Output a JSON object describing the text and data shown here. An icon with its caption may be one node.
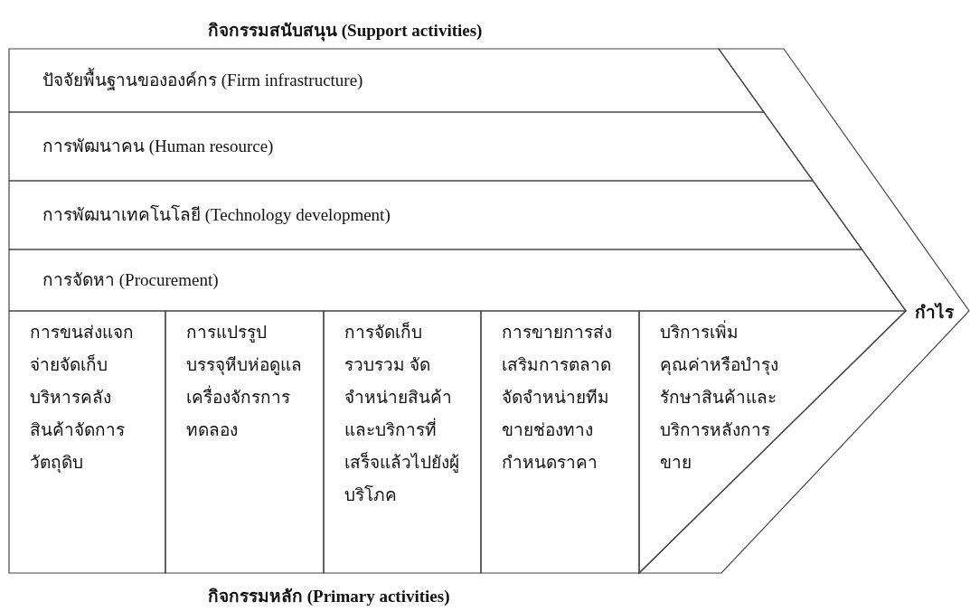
{
  "diagram": {
    "title": "กิจกรรมสนับสนุน (Support activities)",
    "caption": "กิจกรรมหลัก (Primary activities)",
    "nodes": [
      {
        "text": [
          "ปัจจัยพื้นฐานขององค์กร (Firm infrastructure)"
        ]
      },
      {
        "text": [
          "การพัฒนาคน (Human resource)"
        ]
      },
      {
        "text": [
          "การพัฒนาเทคโนโลยี (Technology development)"
        ]
      },
      {
        "text": [
          "การจัดหา (Procurement)"
        ]
      },
      {
        "text": [
          "การขนส่งแจกจ่ายจัดเก็บบริหารคลังสินค้าจัดการวัตถุดิบ"
        ]
      },
      {
        "text": [
          "การแปรรูปบรรจุหีบห่อดูแลเครื่องจักรการทดลอง"
        ]
      },
      {
        "text": [
          "การจัดเก็บรวบรวม จัดจำหน่ายสินค้าและบริการที่เสร็จแล้วไปยังผู้บริโภค"
        ]
      },
      {
        "text": [
          "การขายการส่งเสริมการตลาดจัดจำหน่ายทีมขายช่องทางกำหนดราคา"
        ]
      },
      {
        "text": [
          "บริการเพิ่มคุณค่าหรือบำรุงรักษาสินค้าและบริการหลังการขาย"
        ]
      },
      {
        "text": [
          "กำไร"
        ]
      }
    ]
  }
}
